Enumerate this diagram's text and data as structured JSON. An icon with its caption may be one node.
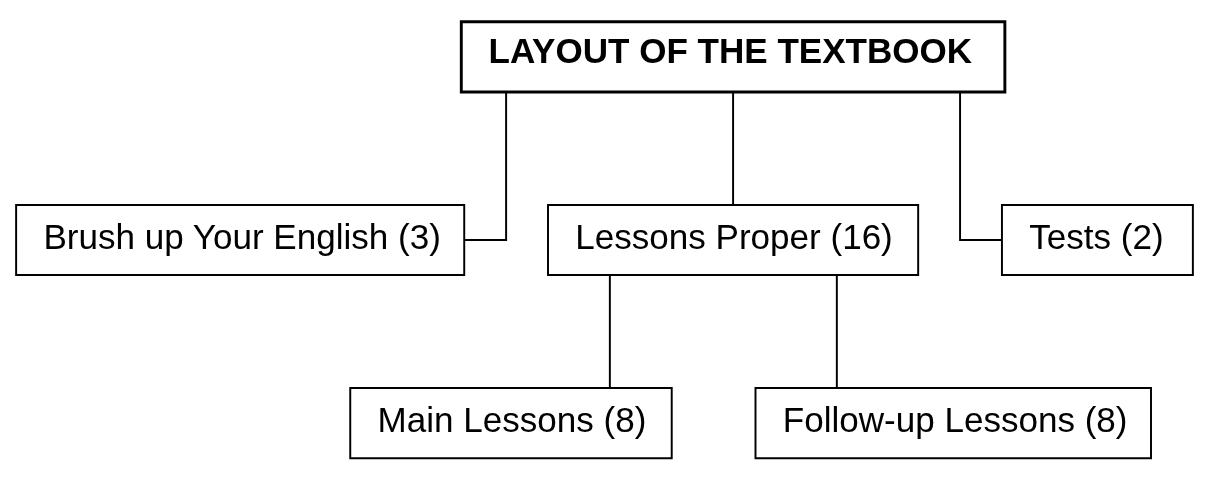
{
  "diagram": {
    "nodes": [
      {
        "text": [
          "LAYOUT OF THE TEXTBOOK"
        ]
      },
      {
        "text": [
          "Brush up Your English (3)"
        ]
      },
      {
        "text": [
          "Lessons Proper (16)"
        ]
      },
      {
        "text": [
          "Tests (2)"
        ]
      },
      {
        "text": [
          "Main Lessons (8)"
        ]
      },
      {
        "text": [
          "Follow-up Lessons (8)"
        ]
      }
    ],
    "edges": [
      {
        "from": 0,
        "to": 1,
        "arrow": "none"
      },
      {
        "from": 0,
        "to": 2,
        "arrow": "none"
      },
      {
        "from": 0,
        "to": 3,
        "arrow": "none"
      },
      {
        "from": 2,
        "to": 4,
        "arrow": "none"
      },
      {
        "from": 2,
        "to": 5,
        "arrow": "none"
      }
    ]
  }
}
